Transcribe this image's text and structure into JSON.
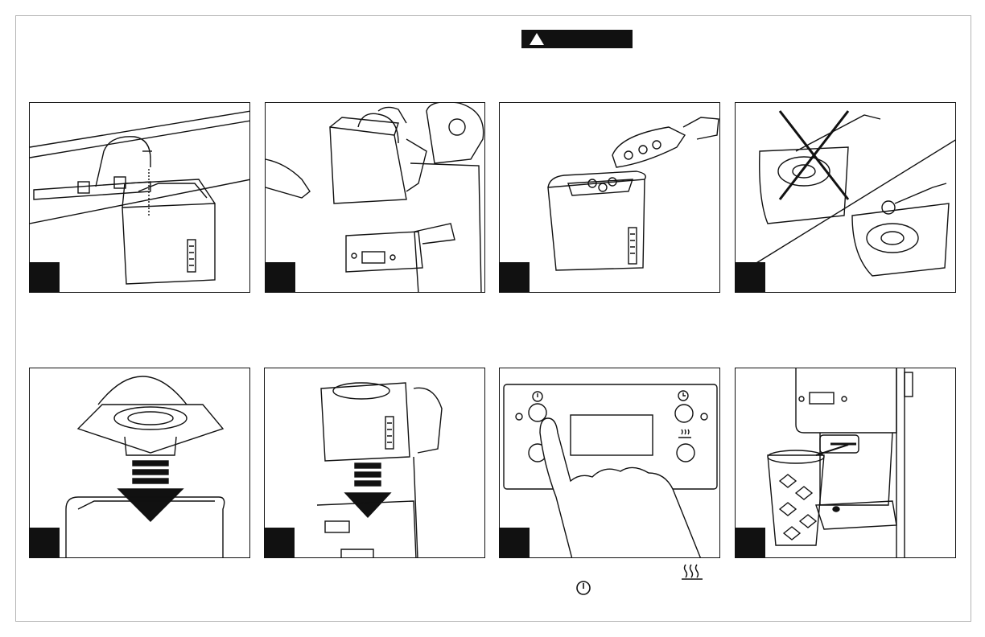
{
  "warning": {
    "label": "",
    "icon": "warning-triangle-icon"
  },
  "panels": [
    {
      "id": 1,
      "scene": "filling-water-reservoir-at-faucet",
      "step_label": ""
    },
    {
      "id": 2,
      "scene": "pouring-water-into-coffee-maker",
      "step_label": ""
    },
    {
      "id": 3,
      "scene": "scooping-ice-into-reservoir",
      "step_label": ""
    },
    {
      "id": 4,
      "scene": "brush-cleaning-filter-basket",
      "step_label": ""
    },
    {
      "id": 5,
      "scene": "placing-filter-basket-into-reservoir",
      "step_label": ""
    },
    {
      "id": 6,
      "scene": "inserting-reservoir-into-coffee-maker",
      "step_label": ""
    },
    {
      "id": 7,
      "scene": "pressing-power-button-on-control-panel",
      "step_label": ""
    },
    {
      "id": 8,
      "scene": "glass-of-ice-under-dispenser",
      "step_label": ""
    }
  ],
  "notes": {
    "warm_icon": "warm-plate-icon",
    "power_icon": "power-icon"
  },
  "colors": {
    "ink": "#111111",
    "frame": "#b4b4b4",
    "paper": "#ffffff"
  }
}
